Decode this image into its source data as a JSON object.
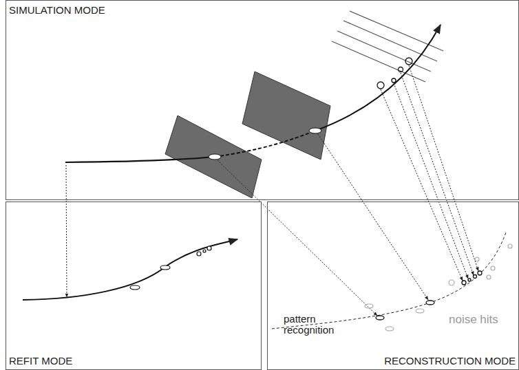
{
  "diagram": {
    "nodes": [
      {
        "text": [
          "SIMULATION MODE"
        ]
      },
      {
        "text": [
          "REFIT MODE"
        ]
      },
      {
        "text": [
          "RECONSTRUCTION MODE"
        ]
      }
    ],
    "labels": [
      "pattern recognition",
      "noise hits"
    ]
  }
}
